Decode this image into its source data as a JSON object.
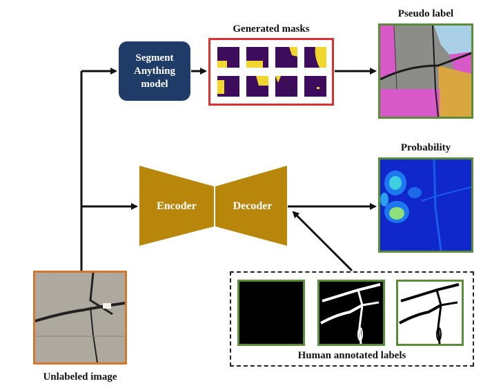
{
  "sam": {
    "line1": "Segment",
    "line2": "Anything",
    "line3": "model"
  },
  "generated_masks": {
    "title": "Generated masks",
    "tile_count": 8
  },
  "pseudo_label": {
    "title": "Pseudo label"
  },
  "probability": {
    "title": "Probability"
  },
  "network": {
    "encoder": "Encoder",
    "decoder": "Decoder",
    "color": "#b8860b"
  },
  "human_labels": {
    "title": "Human annotated labels"
  },
  "unlabeled": {
    "title": "Unlabeled image"
  },
  "colors": {
    "sam_box": "#1f3b68",
    "mask_border": "#d93030",
    "image_border_green": "#5b8c3a",
    "image_border_orange": "#d4772d",
    "arrow": "#111111",
    "mask_bg": "#3d0c5c",
    "mask_fg": "#f2d630"
  }
}
